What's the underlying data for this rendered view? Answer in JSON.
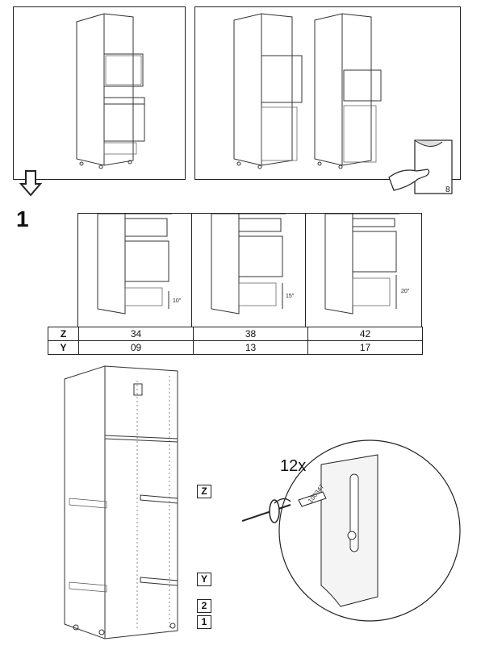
{
  "step_number": "1",
  "next_page_number": "8",
  "dimension_table": {
    "rows": [
      {
        "label": "Z",
        "values": [
          "34",
          "38",
          "42"
        ]
      },
      {
        "label": "Y",
        "values": [
          "09",
          "13",
          "17"
        ]
      }
    ]
  },
  "gap_measurements": [
    "10\"",
    "15\"",
    "20\""
  ],
  "screw_quantity": "12x",
  "part_number": "100347",
  "callouts": {
    "z": "Z",
    "y": "Y",
    "two": "2",
    "one": "1"
  }
}
